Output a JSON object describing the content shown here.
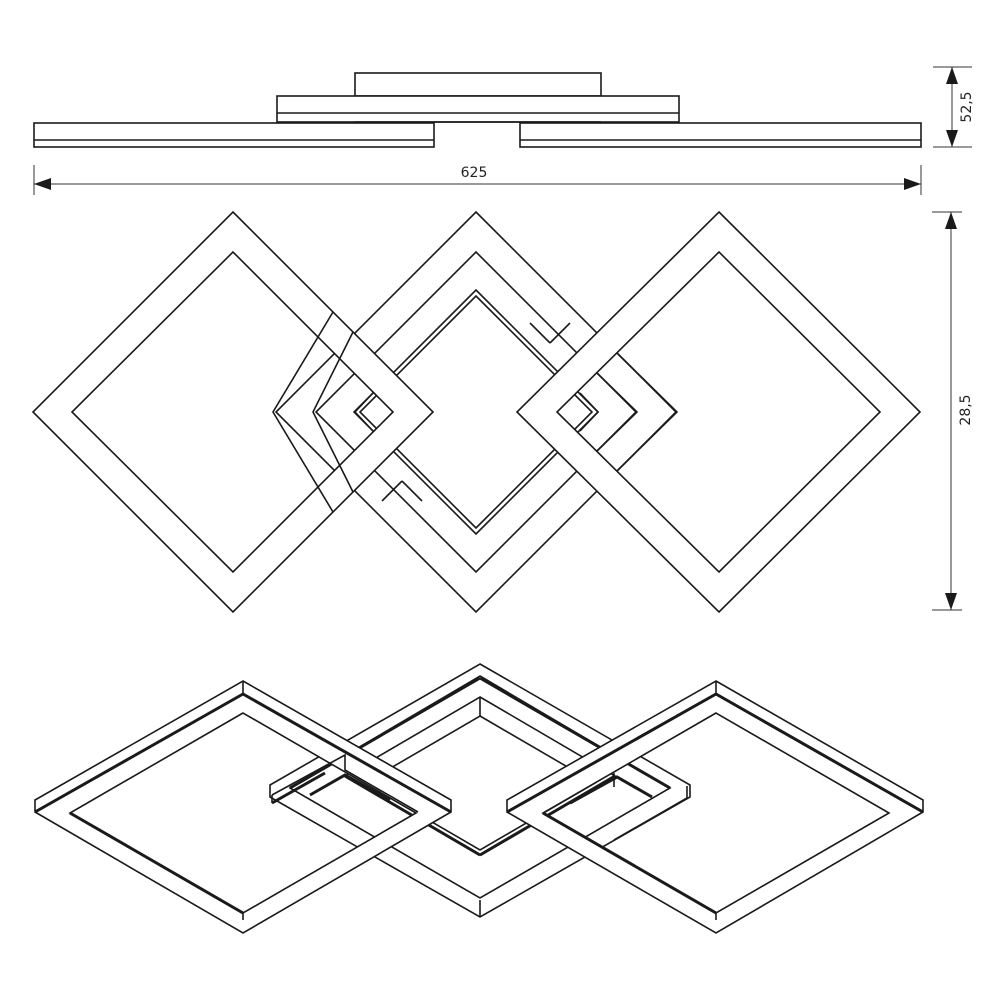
{
  "drawing": {
    "title": "Ceiling lamp technical drawing - three interlocking square frames",
    "views": [
      "side-view",
      "top-view",
      "isometric-view"
    ],
    "line_color": "#1a1a1a",
    "background": "#ffffff"
  },
  "dimensions": {
    "width": {
      "label": "625",
      "orientation": "horizontal"
    },
    "height": {
      "label": "52,5",
      "orientation": "vertical"
    },
    "depth": {
      "label": "28,5",
      "orientation": "vertical"
    }
  }
}
